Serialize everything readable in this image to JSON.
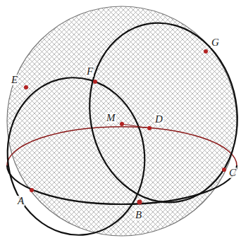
{
  "diagram": {
    "labels": [
      "E",
      "F",
      "M",
      "D",
      "G",
      "A",
      "B",
      "C"
    ]
  }
}
